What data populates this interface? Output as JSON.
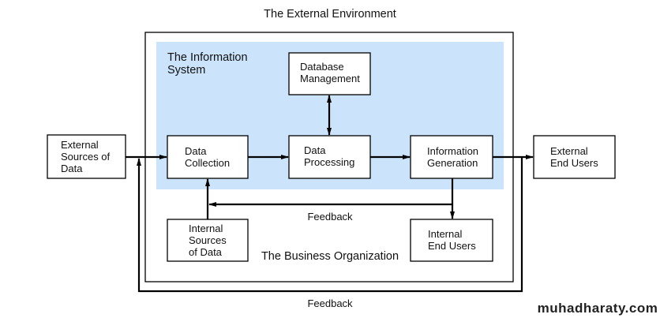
{
  "title": "The External Environment",
  "information_system": {
    "label": [
      "The Information",
      "System"
    ],
    "fill": "#cce4fb"
  },
  "business_organization": "The Business Organization",
  "boxes": {
    "database_management": [
      "Database",
      "Management"
    ],
    "data_collection": [
      "Data",
      "Collection"
    ],
    "data_processing": [
      "Data",
      "Processing"
    ],
    "information_generation": [
      "Information",
      "Generation"
    ],
    "external_sources": [
      "External",
      "Sources of",
      "Data"
    ],
    "external_end_users": [
      "External",
      "End Users"
    ],
    "internal_sources": [
      "Internal",
      "Sources",
      "of Data"
    ],
    "internal_end_users": [
      "Internal",
      "End Users"
    ]
  },
  "feedback_inner": "Feedback",
  "feedback_outer": "Feedback",
  "watermark": "muhadharaty.com"
}
